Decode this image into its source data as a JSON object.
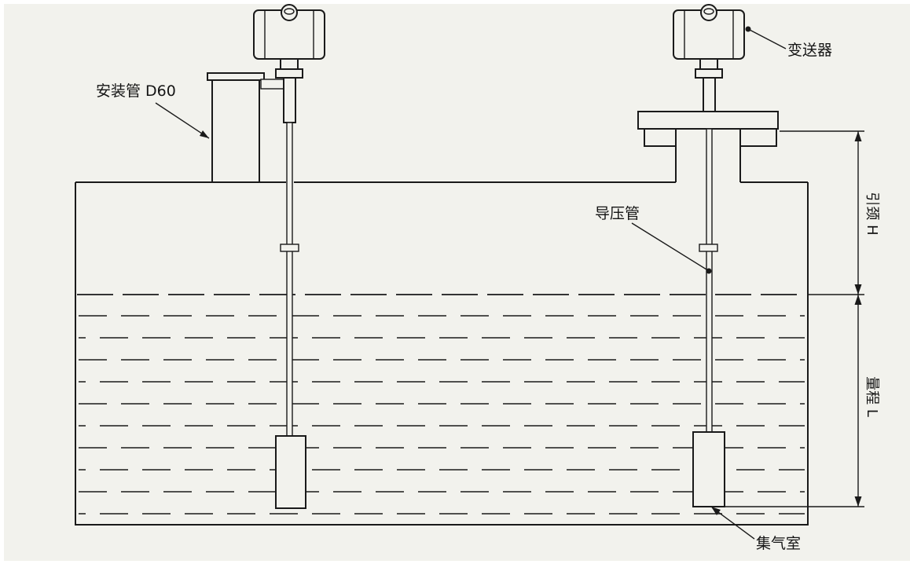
{
  "diagram": {
    "labels": {
      "mounting_pipe": "安装管 D60",
      "transmitter": "变送器",
      "impulse_pipe": "导压管",
      "gas_chamber": "集气室"
    },
    "dimensions": {
      "neck": "引颈 H",
      "range": "量程 L"
    },
    "colors": {
      "background": "#f2f2ed",
      "line": "#1a1a1a"
    }
  }
}
